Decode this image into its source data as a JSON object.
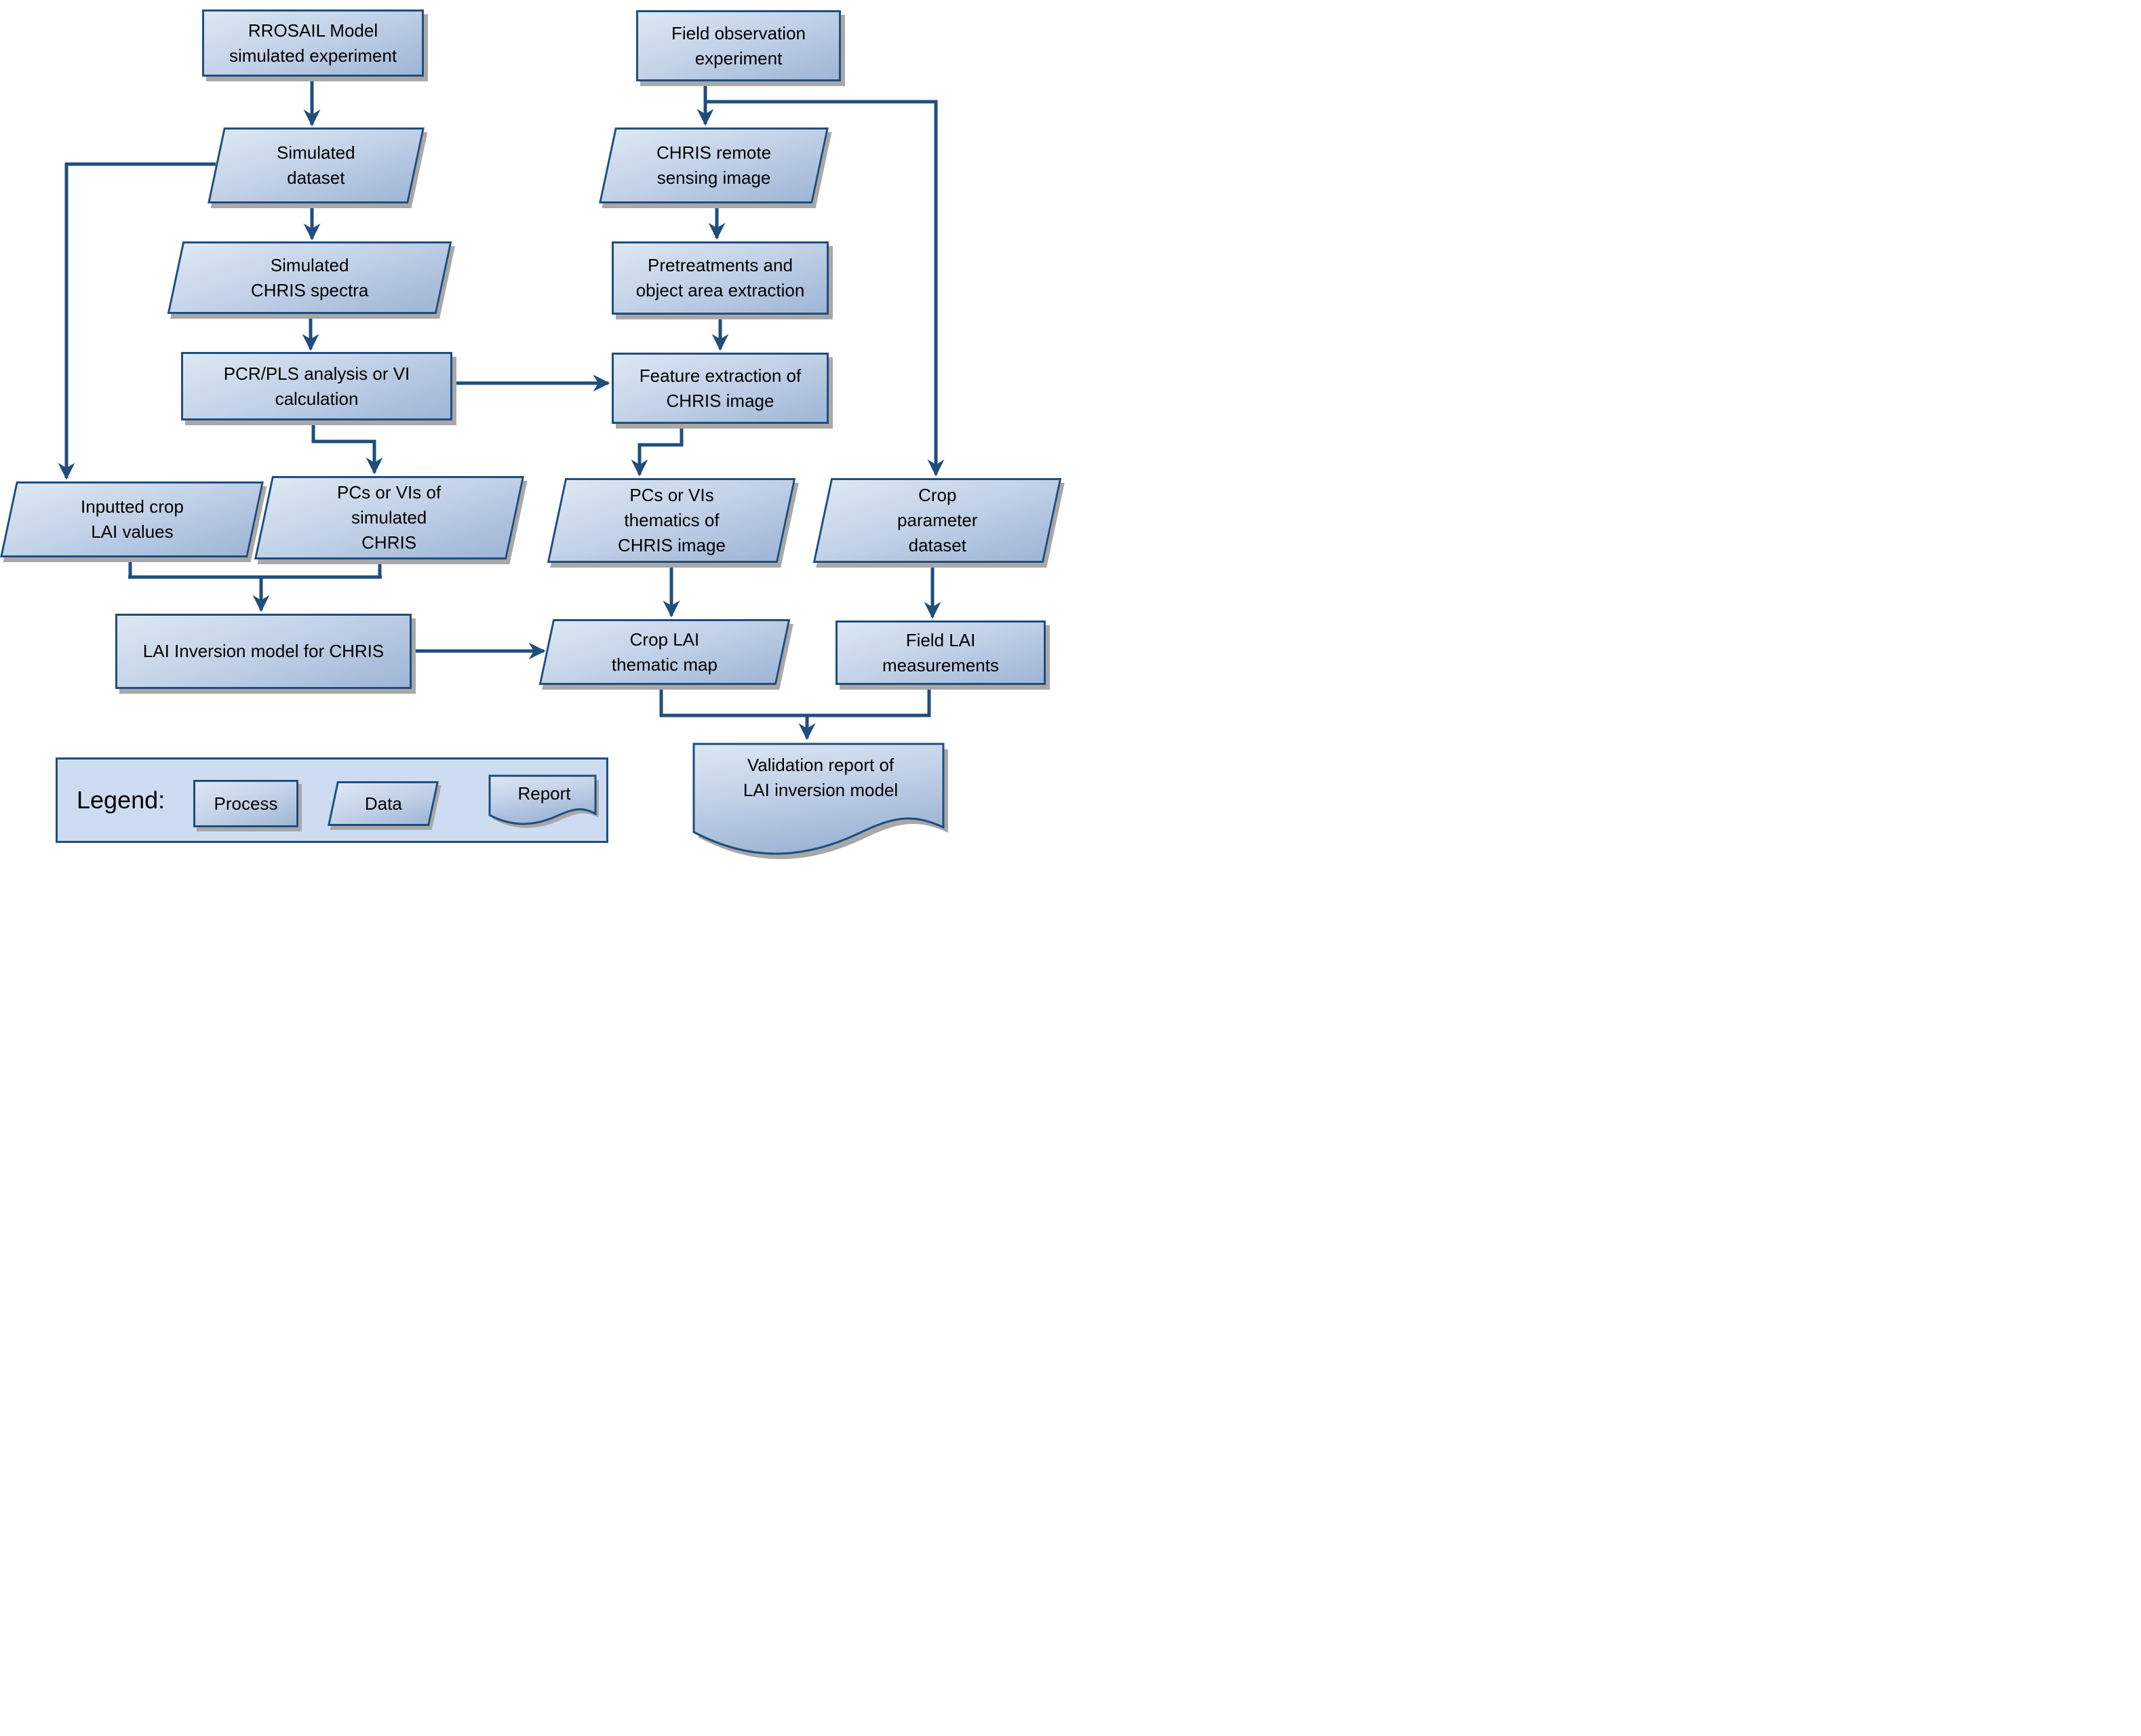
{
  "nodes": {
    "rrosail": {
      "label": "RROSAIL Model\nsimulated experiment",
      "type": "process"
    },
    "simulated_dataset": {
      "label": "Simulated\ndataset",
      "type": "data"
    },
    "simulated_chris_spectra": {
      "label": "Simulated\nCHRIS spectra",
      "type": "data"
    },
    "pcr_pls": {
      "label": "PCR/PLS analysis or VI\ncalculation",
      "type": "process"
    },
    "inputted_crop_lai": {
      "label": "Inputted crop\nLAI values",
      "type": "data"
    },
    "pcs_vis_simulated": {
      "label": "PCs or VIs of\nsimulated\nCHRIS",
      "type": "data"
    },
    "lai_inversion_model": {
      "label": "LAI Inversion model for CHRIS",
      "type": "process"
    },
    "field_observation": {
      "label": "Field observation\nexperiment",
      "type": "process"
    },
    "chris_remote_image": {
      "label": "CHRIS remote\nsensing image",
      "type": "data"
    },
    "pretreatments": {
      "label": "Pretreatments and\nobject area extraction",
      "type": "process"
    },
    "feature_extraction": {
      "label": "Feature extraction of\nCHRIS image",
      "type": "process"
    },
    "pcs_vis_thematics": {
      "label": "PCs or VIs\nthematics of\nCHRIS image",
      "type": "data"
    },
    "crop_parameter_dataset": {
      "label": "Crop\nparameter\ndataset",
      "type": "data"
    },
    "crop_lai_thematic_map": {
      "label": "Crop LAI\nthematic map",
      "type": "data"
    },
    "field_lai_measurements": {
      "label": "Field LAI\nmeasurements",
      "type": "process"
    },
    "validation_report": {
      "label": "Validation report of\nLAI inversion model",
      "type": "report"
    }
  },
  "legend": {
    "title": "Legend:",
    "items": [
      {
        "label": "Process",
        "shape": "process"
      },
      {
        "label": "Data",
        "shape": "data"
      },
      {
        "label": "Report",
        "shape": "report"
      }
    ]
  },
  "colors": {
    "border": "#1f4e7d",
    "line": "#1f4e7d",
    "fill_top": "#dde7f3",
    "fill_bottom": "#9eb5d7",
    "shadow": "#a8a8a8",
    "legend_fill": "#cddcf1",
    "text": "#000000"
  }
}
